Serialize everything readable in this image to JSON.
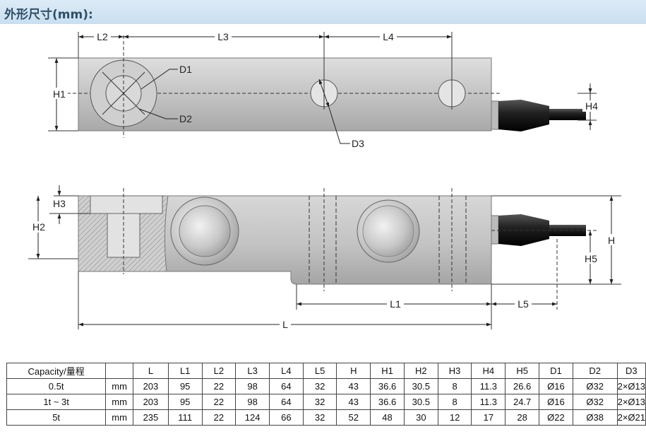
{
  "header": {
    "title": "外形尺寸(mm):"
  },
  "labels": {
    "L2": "L2",
    "L3": "L3",
    "L4": "L4",
    "H1": "H1",
    "D1": "D1",
    "D2": "D2",
    "D3": "D3",
    "H4": "H4",
    "H3": "H3",
    "H2": "H2",
    "H": "H",
    "H5": "H5",
    "L1": "L1",
    "L5": "L5",
    "L": "L"
  },
  "table": {
    "capacity_label": "Capacity/量程",
    "headers": [
      "L",
      "L1",
      "L2",
      "L3",
      "L4",
      "L5",
      "H",
      "H1",
      "H2",
      "H3",
      "H4",
      "H5",
      "D1",
      "D2",
      "D3"
    ],
    "rows": [
      {
        "capacity": "0.5t",
        "unit": "mm",
        "values": [
          "203",
          "95",
          "22",
          "98",
          "64",
          "32",
          "43",
          "36.6",
          "30.5",
          "8",
          "11.3",
          "26.6",
          "Ø16",
          "Ø32",
          "2×Ø13"
        ]
      },
      {
        "capacity": "1t ~ 3t",
        "unit": "mm",
        "values": [
          "203",
          "95",
          "22",
          "98",
          "64",
          "32",
          "43",
          "36.6",
          "30.5",
          "8",
          "11.3",
          "24.7",
          "Ø16",
          "Ø32",
          "2×Ø13"
        ]
      },
      {
        "capacity": "5t",
        "unit": "mm",
        "values": [
          "235",
          "111",
          "22",
          "124",
          "66",
          "32",
          "52",
          "48",
          "30",
          "12",
          "17",
          "28",
          "Ø22",
          "Ø38",
          "2×Ø21"
        ]
      }
    ]
  }
}
